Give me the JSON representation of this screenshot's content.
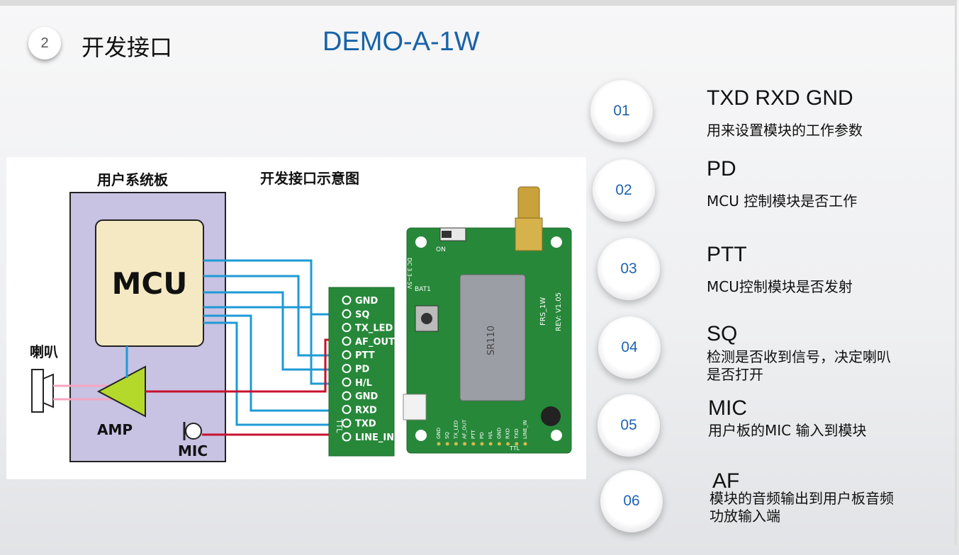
{
  "header": {
    "section_number": "2",
    "section_title": "开发接口",
    "model": "DEMO-A-1W"
  },
  "diagram": {
    "board_title": "用户系统板",
    "diagram_title": "开发接口示意图",
    "mcu_label": "MCU",
    "amp_label": "AMP",
    "speaker_label": "喇叭",
    "mic_label": "MIC",
    "header_pins": [
      "GND",
      "SQ",
      "TX_LED",
      "AF_OUT",
      "PTT",
      "PD",
      "H/L",
      "GND",
      "RXD",
      "TXD",
      "LINE_IN"
    ],
    "header_side_label": "TTL",
    "module": {
      "shield_marking": "SR110",
      "model_marking": "FRS_1W",
      "rev_marking": "REV: V1.05",
      "bottom_pins": [
        "GND",
        "SQ",
        "TX_LED",
        "AF_OUT",
        "PTT",
        "PD",
        "H/L",
        "GND",
        "RXD",
        "TXD",
        "LINE_IN"
      ],
      "bottom_label": "TTL",
      "switch_label": "ON",
      "battery_label": "BAT1",
      "power_label": "DC 3.3~5V"
    }
  },
  "items": [
    {
      "num": "01",
      "title": "TXD  RXD  GND",
      "desc": "用来设置模块的工作参数"
    },
    {
      "num": "02",
      "title": "PD",
      "desc": "MCU 控制模块是否工作"
    },
    {
      "num": "03",
      "title": "PTT",
      "desc": "MCU控制模块是否发射"
    },
    {
      "num": "04",
      "title": "SQ",
      "desc": "检测是否收到信号，决定喇叭是否打开"
    },
    {
      "num": "05",
      "title": "MIC",
      "desc": "用户板的MIC 输入到模块"
    },
    {
      "num": "06",
      "title": "AF",
      "desc": "模块的音频输出到用户板音频功放输入端"
    }
  ],
  "colors": {
    "accent_blue": "#1763a8",
    "wire_blue": "#1e9ad6",
    "wire_red": "#c8102e",
    "wire_pink": "#f4a6c0",
    "board_purple": "#c8c2e3",
    "mcu_fill": "#f4e9c2",
    "amp_green": "#b5d92a",
    "pcb_green": "#27883a"
  }
}
